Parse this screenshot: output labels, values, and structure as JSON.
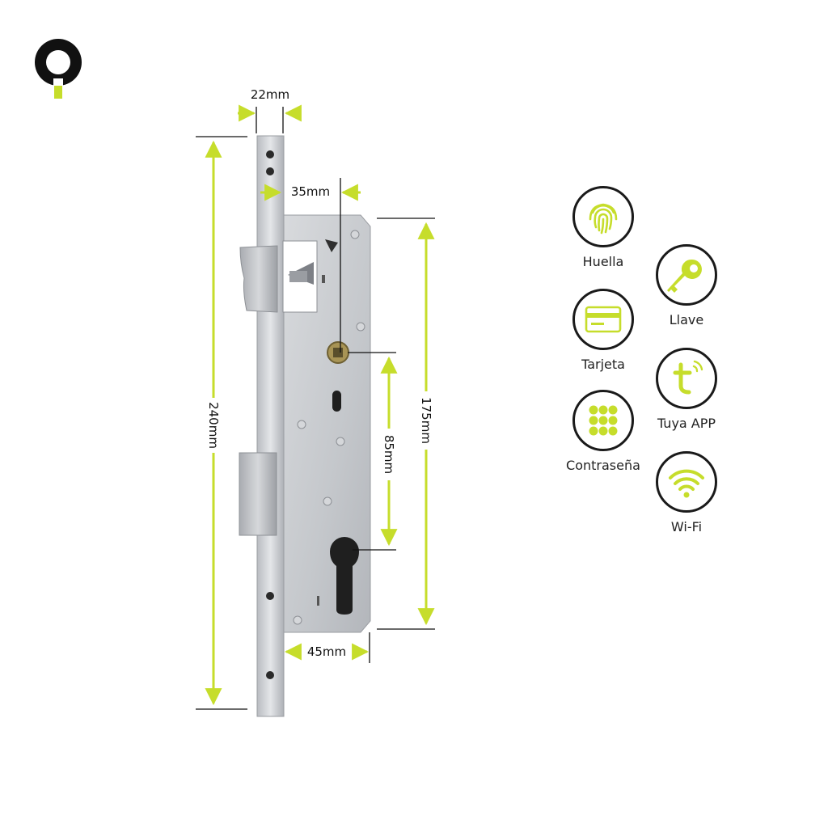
{
  "colors": {
    "accent": "#c6dd2b",
    "outline": "#1a1a1a",
    "steel": "#c9ccd0"
  },
  "logo": {
    "icon": "brand-logo-icon"
  },
  "dimensions": {
    "faceplate_width": "22mm",
    "backset_35": "35mm",
    "overall_height": "240mm",
    "case_height": "175mm",
    "center_distance": "85mm",
    "case_depth": "45mm"
  },
  "features": [
    {
      "label": "Huella",
      "icon": "fingerprint-icon"
    },
    {
      "label": "Llave",
      "icon": "key-icon"
    },
    {
      "label": "Tarjeta",
      "icon": "card-icon"
    },
    {
      "label": "Tuya APP",
      "icon": "tuya-app-icon"
    },
    {
      "label": "Contraseña",
      "icon": "keypad-icon"
    },
    {
      "label": "Wi-Fi",
      "icon": "wifi-icon"
    }
  ]
}
